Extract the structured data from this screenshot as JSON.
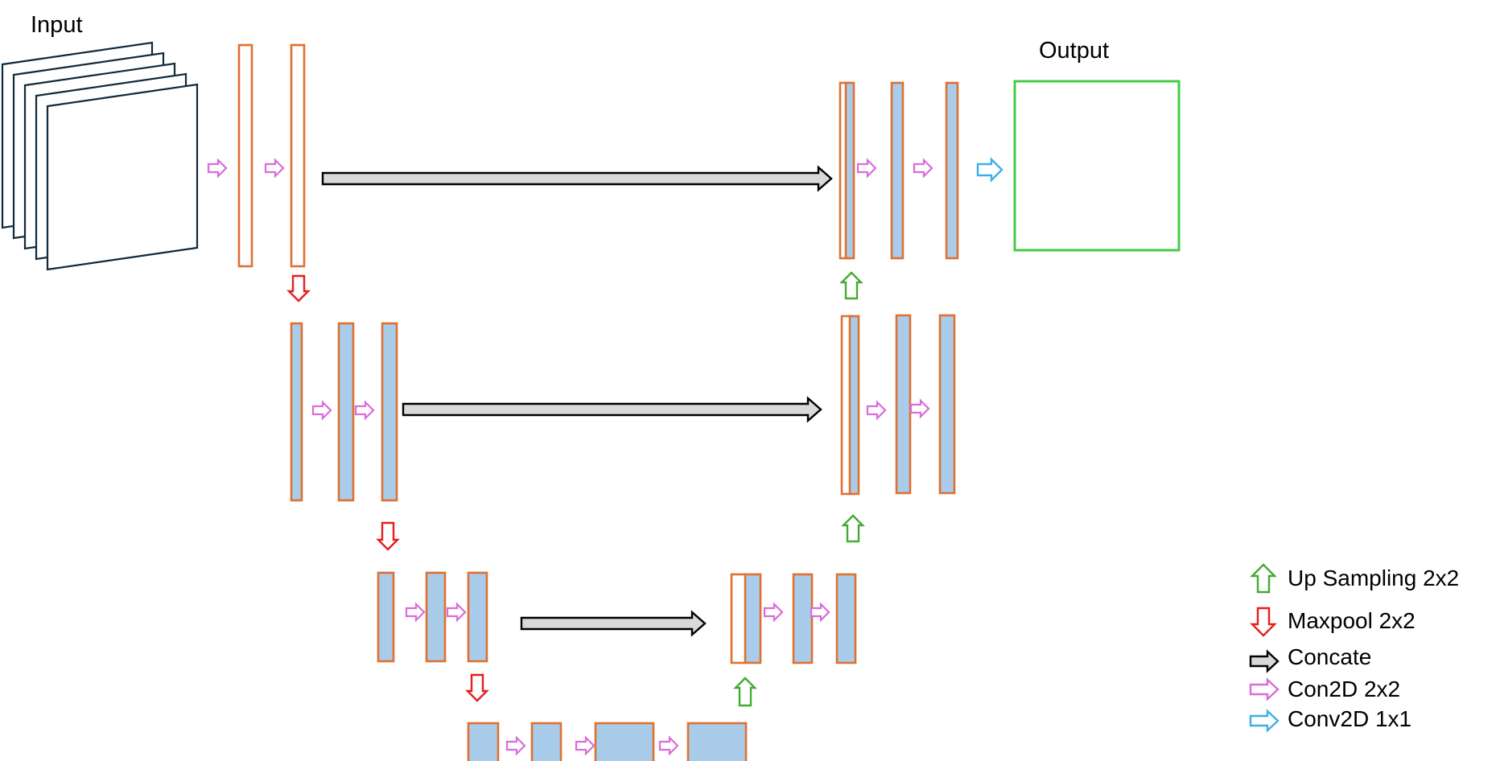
{
  "labels": {
    "input": "Input",
    "output": "Output"
  },
  "legend": [
    {
      "icon": "up-arrow-icon",
      "label": "Up Sampling 2x2"
    },
    {
      "icon": "down-arrow-icon",
      "label": "Maxpool 2x2"
    },
    {
      "icon": "right-arrow-icon",
      "label": "Concate"
    },
    {
      "icon": "right-arrow-icon",
      "label": "Con2D 2x2"
    },
    {
      "icon": "right-arrow-icon",
      "label": "Conv2D 1x1"
    }
  ],
  "colors": {
    "block_stroke": "#E07030",
    "block_fill": "#A9CCEB",
    "input_stroke": "#102A3A",
    "output_stroke": "#44CC44",
    "up_sampling": "#44AA33",
    "maxpool": "#E51E1E",
    "concat_fill": "#D9D9D9",
    "concat_stroke": "#000000",
    "conv2d_2x2": "#D96CD9",
    "conv2d_1x1": "#3CB0E6"
  }
}
